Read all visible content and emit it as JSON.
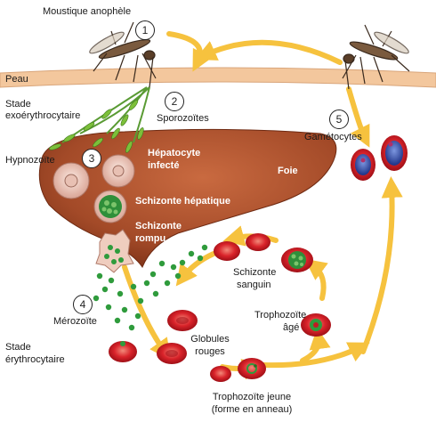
{
  "labels": {
    "mosquito": "Moustique anophèle",
    "skin": "Peau",
    "exo_stage_1": "Stade",
    "exo_stage_2": "exoérythrocytaire",
    "sporozoites": "Sporozoïtes",
    "hypnozoite": "Hypnozoïte",
    "infected_hepatocyte_1": "Hépatocyte",
    "infected_hepatocyte_2": "infecté",
    "hepatic_schizont": "Schizonte hépatique",
    "ruptured_schizont_1": "Schizonte",
    "ruptured_schizont_2": "rompu",
    "liver": "Foie",
    "gametocytes": "Gamétocytes",
    "blood_schizont_1": "Schizonte",
    "blood_schizont_2": "sanguin",
    "merozoite": "Mérozoïte",
    "red_cells_1": "Globules",
    "red_cells_2": "rouges",
    "mature_trophozoite_1": "Trophozoïte",
    "mature_trophozoite_2": "âgé",
    "ery_stage_1": "Stade",
    "ery_stage_2": "érythrocytaire",
    "young_trophozoite_1": "Trophozoïte jeune",
    "young_trophozoite_2": "(forme en anneau)"
  },
  "steps": [
    "1",
    "2",
    "3",
    "4",
    "5"
  ],
  "colors": {
    "cycle_arrow": "#f6c23e",
    "skin": "#f3c79d",
    "liver": "#a34a28",
    "red_cell": "#d91f26",
    "merozoite": "#2f9b3c",
    "gametocyte": "#3d57b0"
  }
}
